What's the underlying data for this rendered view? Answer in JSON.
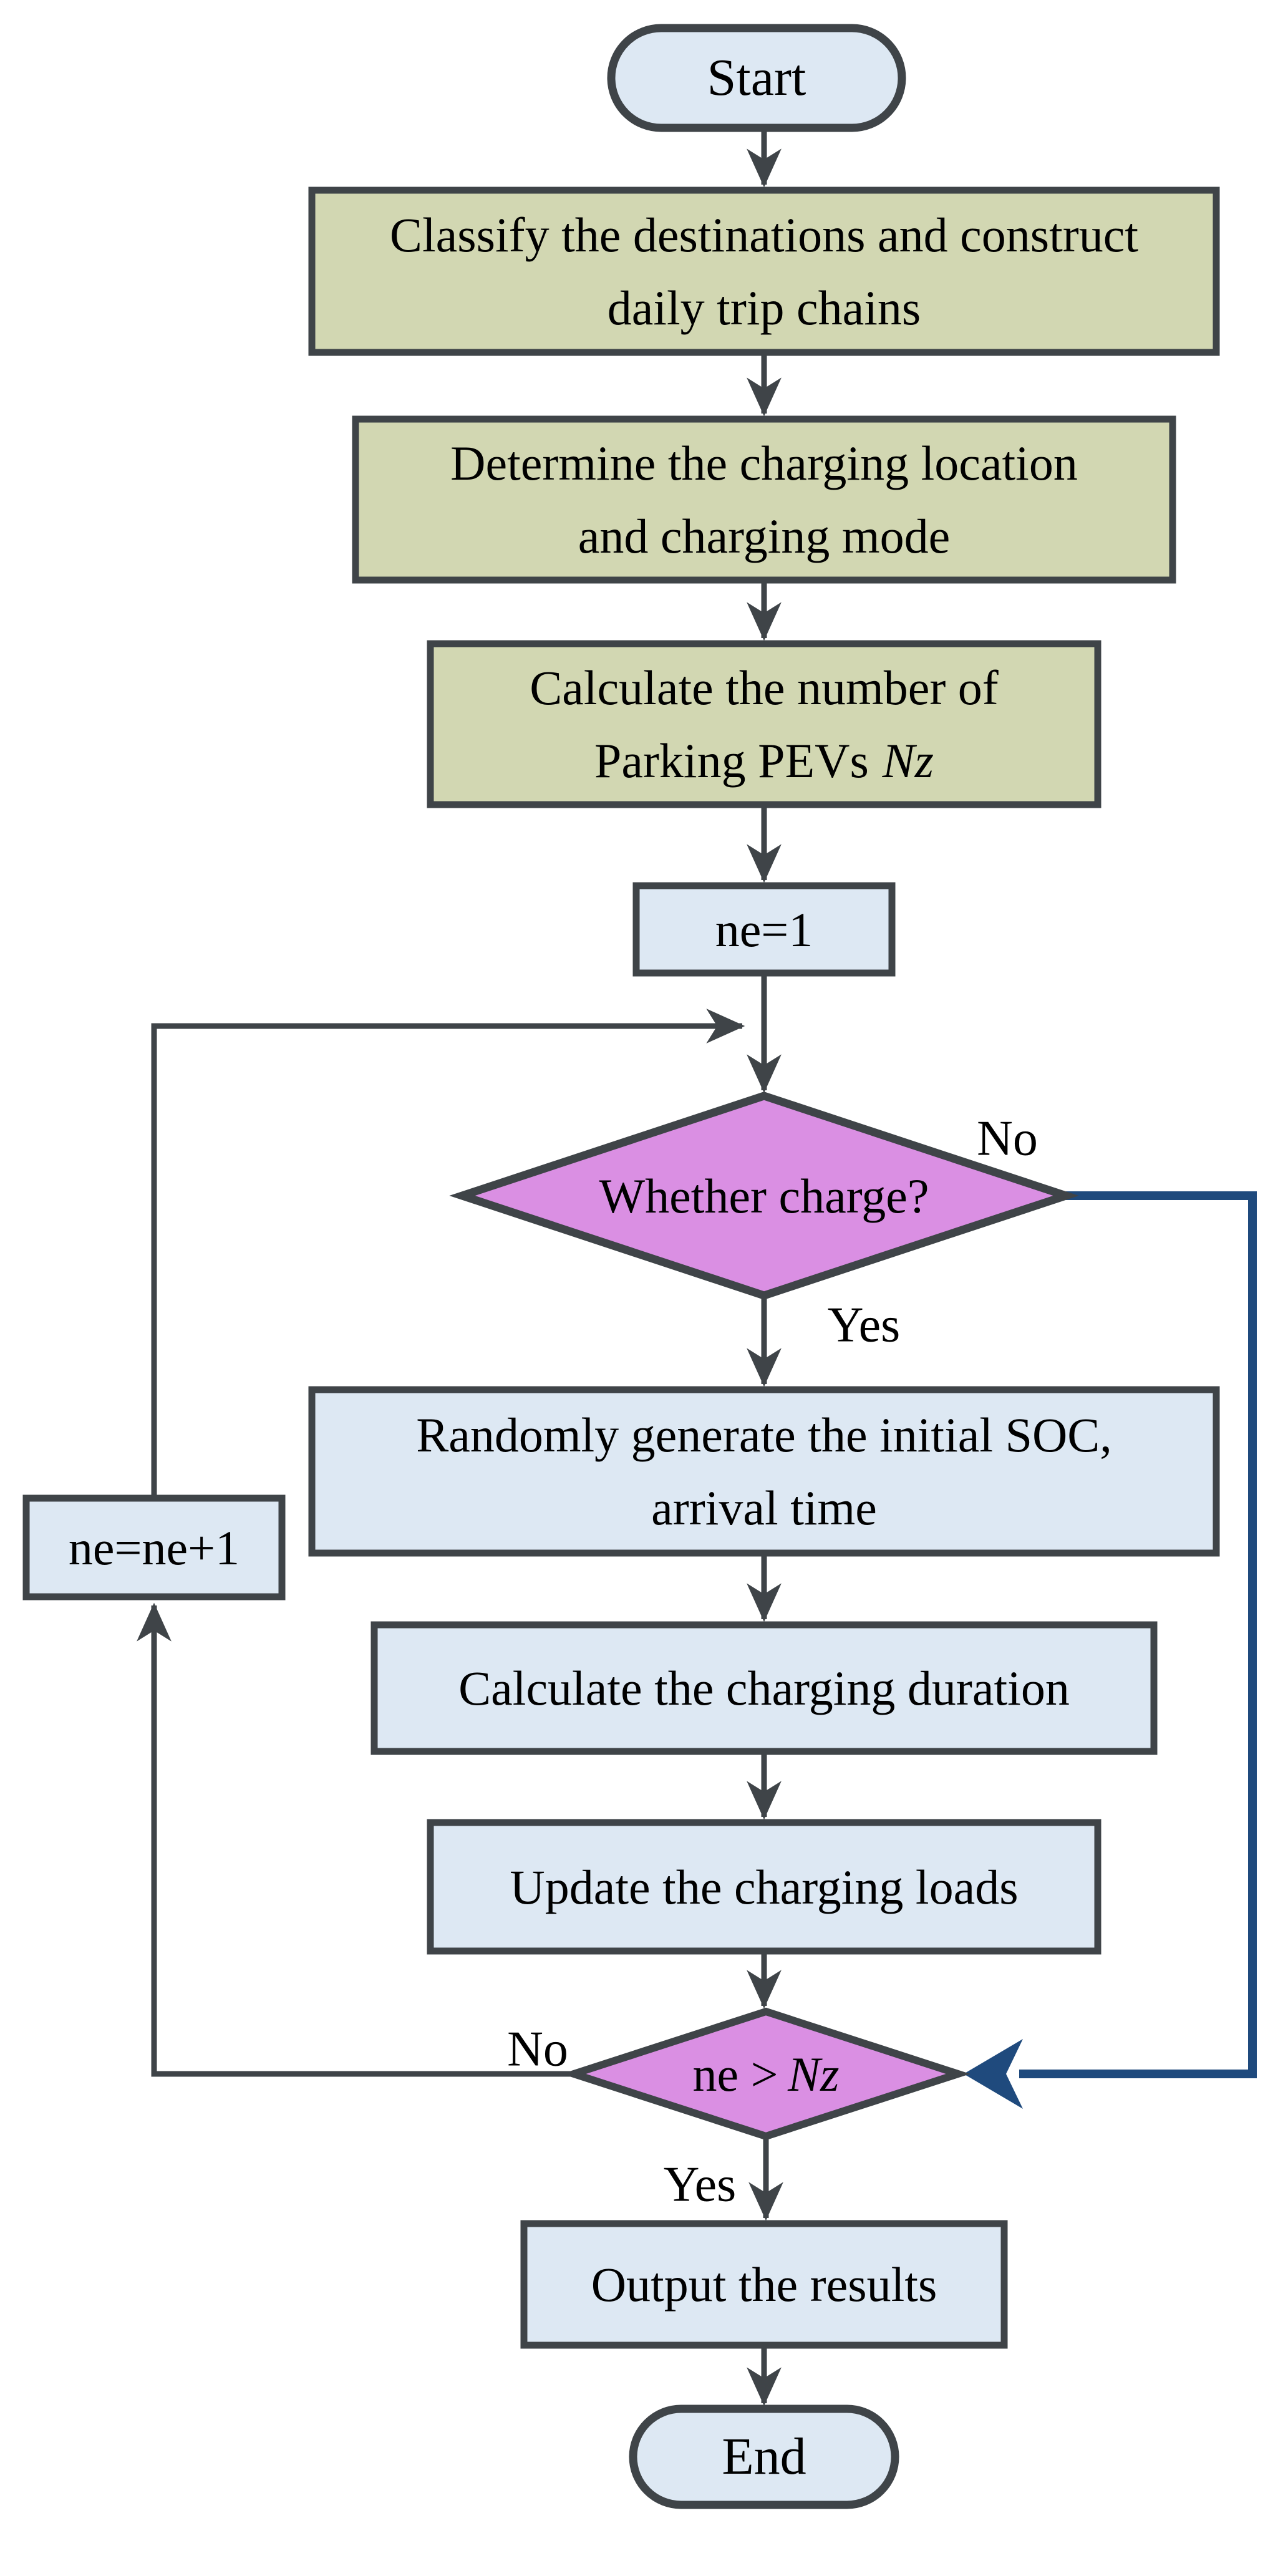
{
  "nodes": {
    "start": {
      "label": "Start"
    },
    "classify": {
      "line1": "Classify the destinations and construct",
      "line2": "daily trip chains"
    },
    "determine": {
      "line1": "Determine the charging location",
      "line2": "and charging mode"
    },
    "calc_number": {
      "line1": "Calculate the number of",
      "line2_prefix": "Parking PEVs",
      "line2_var": "Nz"
    },
    "ne_init": {
      "label": "ne=1"
    },
    "whether_charge": {
      "label": "Whether charge?"
    },
    "random_soc": {
      "line1": "Randomly generate the initial SOC,",
      "line2": "arrival time"
    },
    "calc_duration": {
      "label": "Calculate the charging duration"
    },
    "update_loads": {
      "label": "Update the charging loads"
    },
    "ne_check": {
      "prefix": "ne >",
      "var": "Nz"
    },
    "ne_increment": {
      "label": "ne=ne+1"
    },
    "output": {
      "label": "Output the results"
    },
    "end": {
      "label": "End"
    }
  },
  "edge_labels": {
    "whether_no": "No",
    "whether_yes": "Yes",
    "check_no": "No",
    "check_yes": "Yes"
  },
  "colors": {
    "process_olive": "#d2d7b2",
    "process_blue": "#dde8f3",
    "decision_magenta": "#da8fe3",
    "outline_gray": "#3f4448",
    "connector_gray": "#3f4448",
    "return_blue": "#1f4a7d"
  }
}
